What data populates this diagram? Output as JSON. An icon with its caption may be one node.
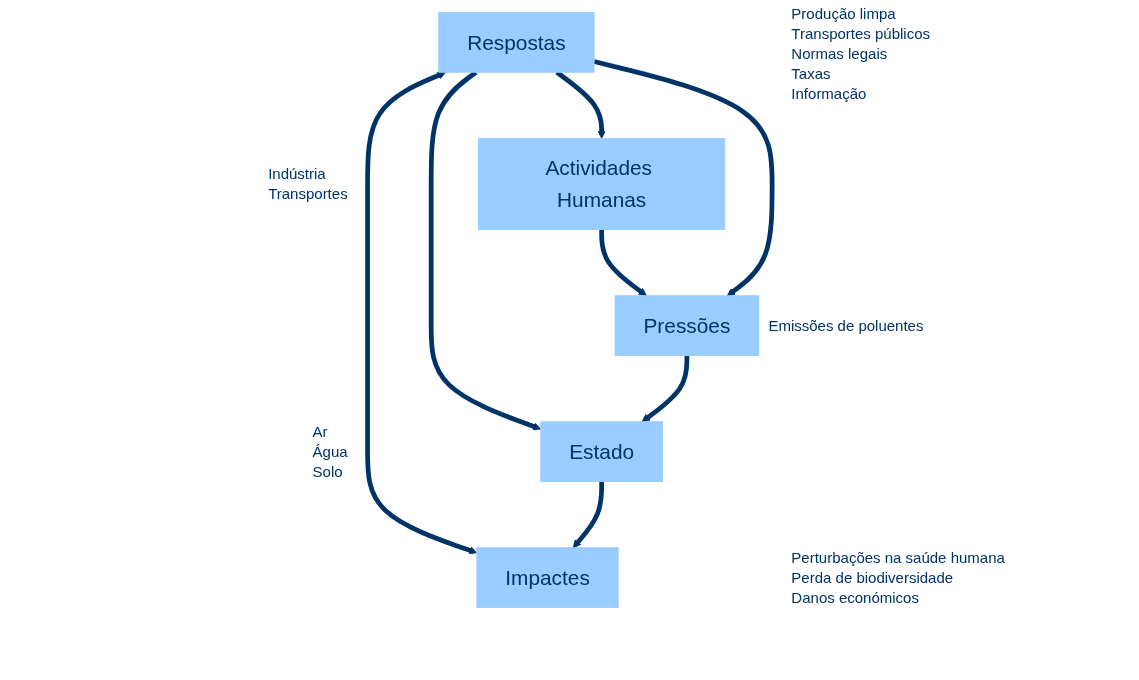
{
  "diagram": {
    "nodes": [
      {
        "text": [
          "Actividades Humanas"
        ],
        "beside": [
          "Indústria",
          "Transportes"
        ]
      },
      {
        "text": [
          "Respostas"
        ],
        "beside": [
          "Produção limpa",
          "Transportes públicos",
          "Normas legais",
          "Taxas",
          "Informação"
        ]
      },
      {
        "text": [
          "Pressões"
        ],
        "beside": [
          "Emissões de poluentes"
        ]
      },
      {
        "text": [
          "Impactes"
        ],
        "beside": [
          "Perturbações na saúde humana",
          "Perda de biodiversidade",
          "Danos económicos"
        ]
      },
      {
        "text": [
          "Estado"
        ],
        "beside": [
          "Ar",
          "Água",
          "Solo"
        ]
      }
    ],
    "edges": [
      {
        "from": 1,
        "to": 0,
        "arrow": "to"
      },
      {
        "from": 0,
        "to": 2,
        "arrow": "to"
      },
      {
        "from": 1,
        "to": 2,
        "arrow": "to"
      },
      {
        "from": 1,
        "to": 4,
        "arrow": "to"
      },
      {
        "from": 1,
        "to": 3,
        "arrow": "both"
      },
      {
        "from": 2,
        "to": 4,
        "arrow": "to"
      },
      {
        "from": 4,
        "to": 3,
        "arrow": "to"
      }
    ]
  }
}
